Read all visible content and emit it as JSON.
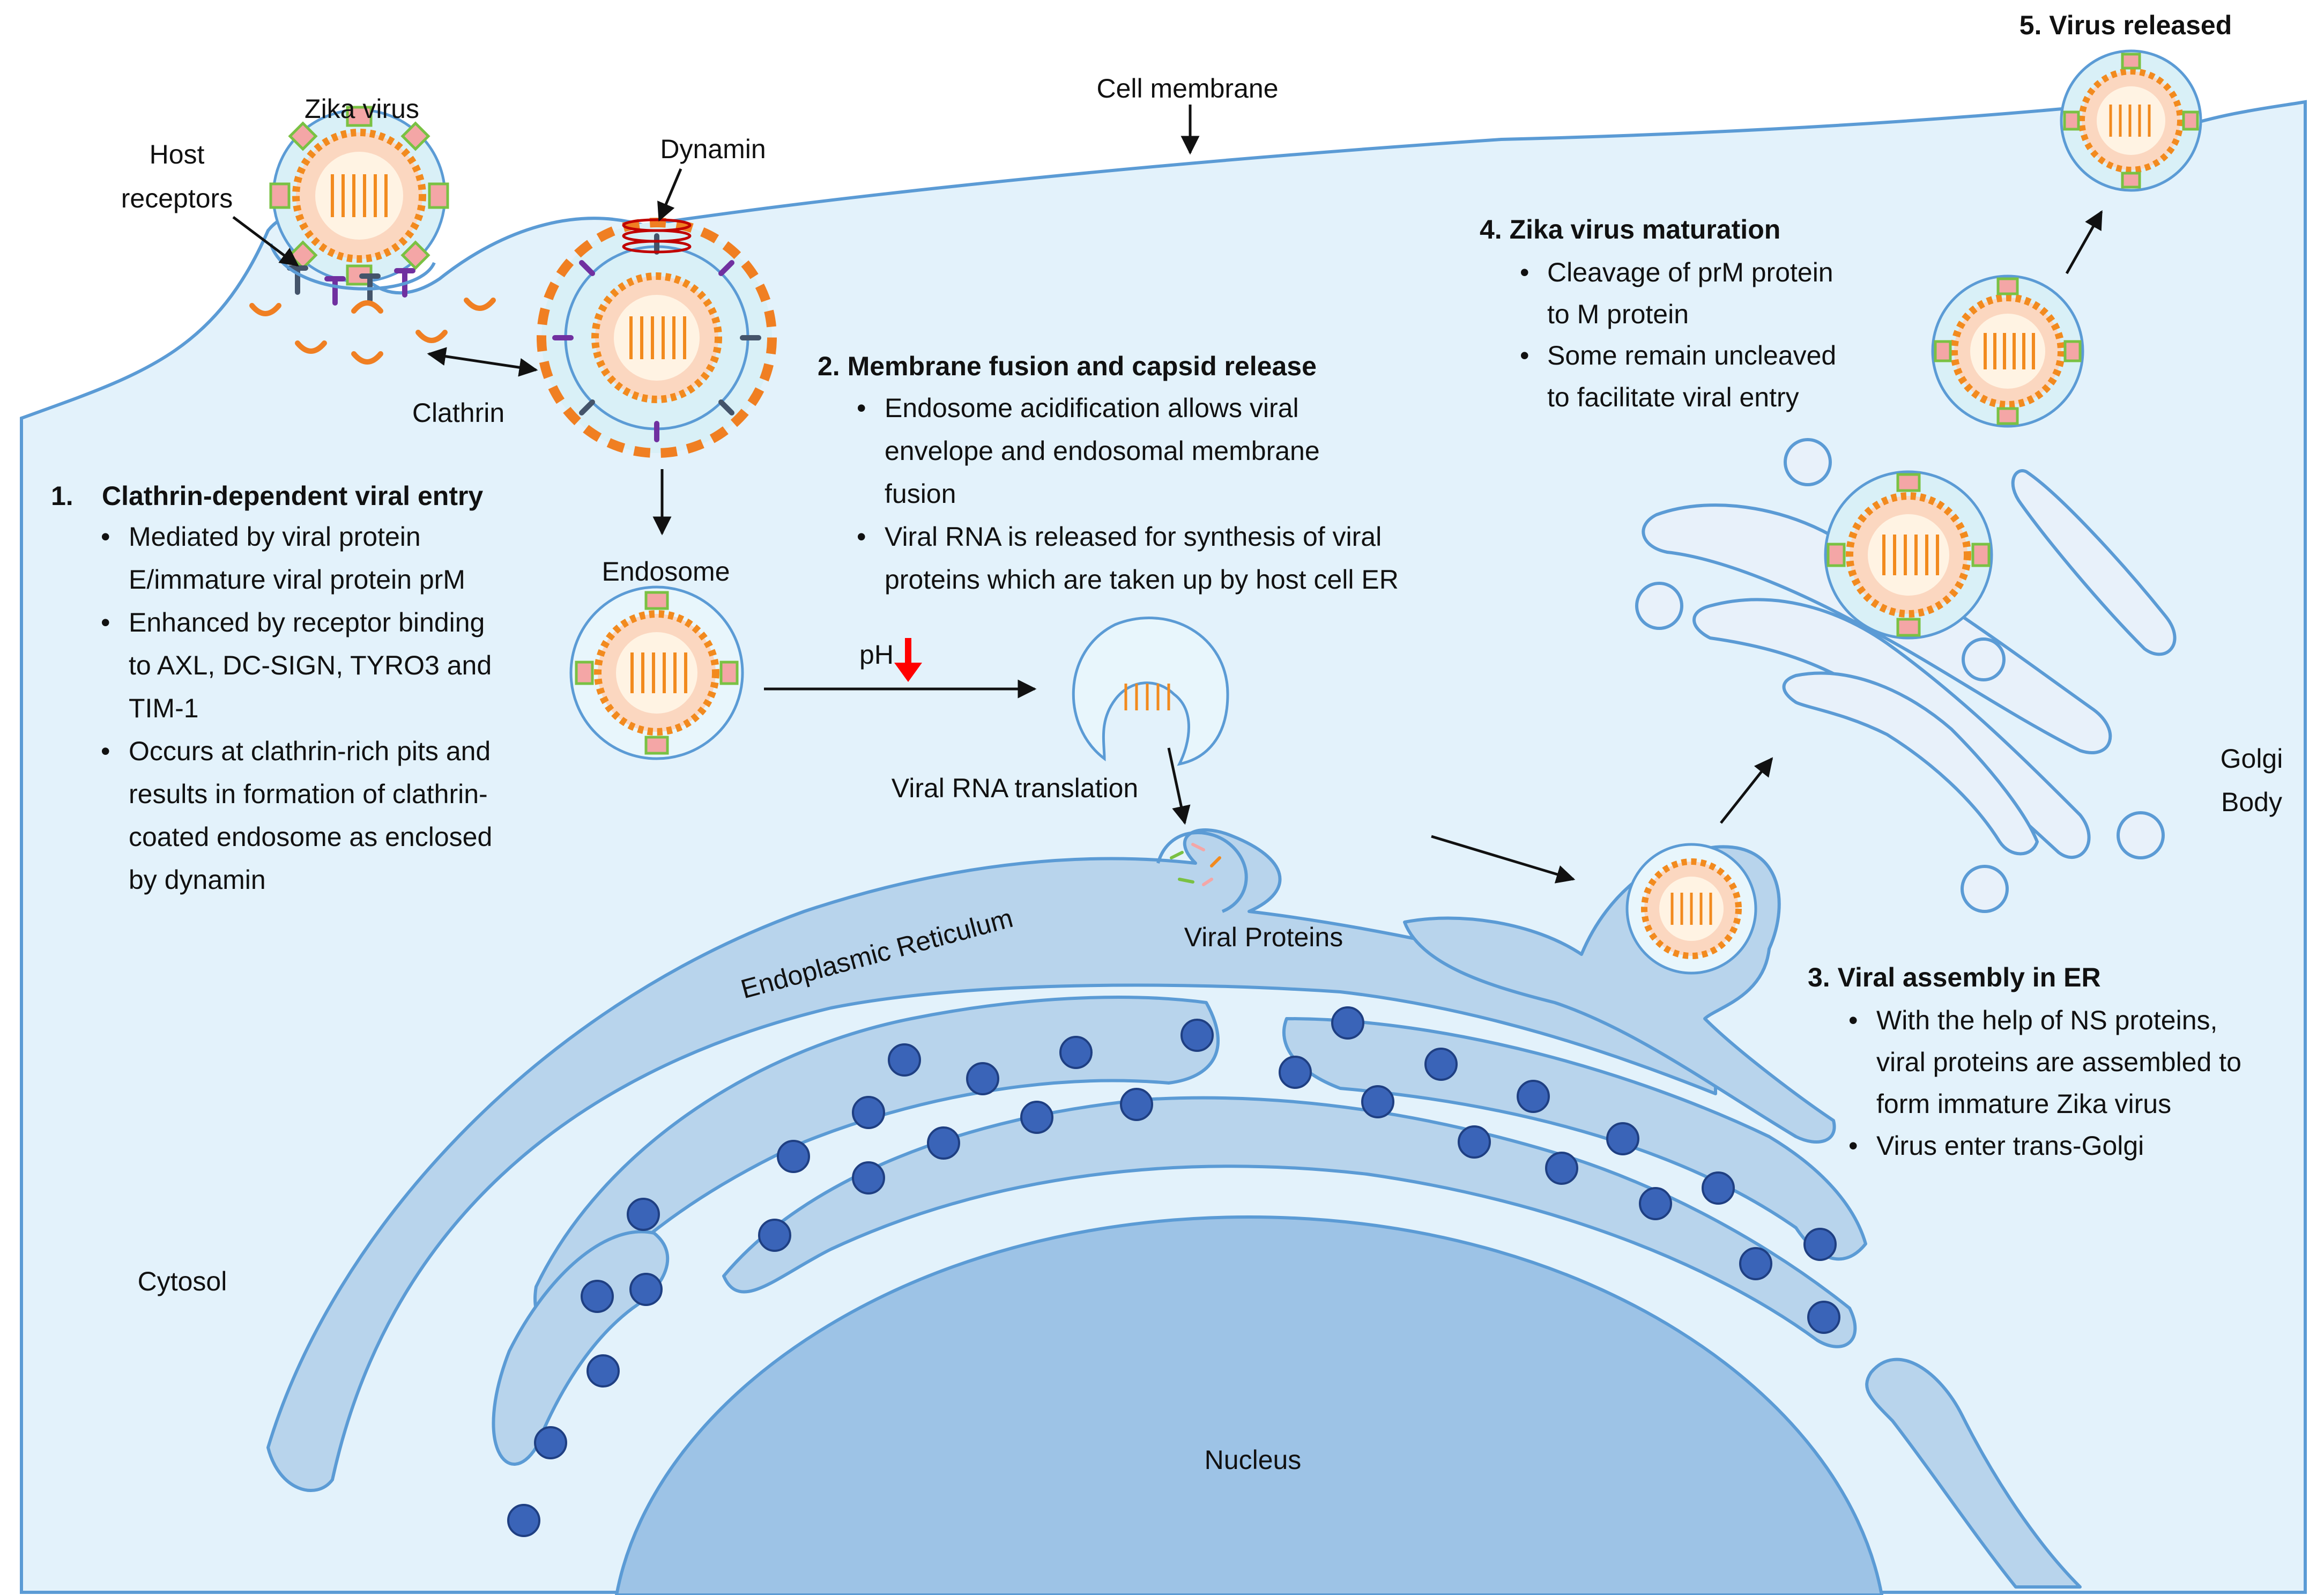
{
  "labels": {
    "zika_virus": "Zika virus",
    "host": "Host",
    "receptors": "receptors",
    "dynamin": "Dynamin",
    "cell_membrane": "Cell membrane",
    "clathrin": "Clathrin",
    "endosome": "Endosome",
    "ph": "pH",
    "viral_rna_translation": "Viral RNA translation",
    "viral_proteins": "Viral Proteins",
    "endoplasmic_reticulum": "Endoplasmic Reticulum",
    "cytosol": "Cytosol",
    "nucleus": "Nucleus",
    "golgi": "Golgi",
    "body": "Body"
  },
  "step1": {
    "number": "1.",
    "title": "Clathrin-dependent viral entry",
    "lines": [
      "Mediated by viral protein",
      "E/immature viral protein prM",
      "Enhanced by receptor binding",
      "to AXL, DC-SIGN, TYRO3 and",
      "TIM-1",
      "Occurs at clathrin-rich pits and",
      "results in formation of clathrin-",
      "coated endosome as enclosed",
      "by dynamin"
    ]
  },
  "step2": {
    "title": "2. Membrane fusion and capsid release",
    "lines": [
      "Endosome acidification allows viral",
      "envelope and endosomal membrane",
      "fusion",
      "Viral RNA is released for synthesis of viral",
      "proteins which are taken up by host cell ER"
    ]
  },
  "step3": {
    "title": "3. Viral assembly in ER",
    "lines": [
      "With the help of NS proteins,",
      "viral proteins are assembled to",
      "form immature Zika virus",
      "Virus enter trans-Golgi"
    ]
  },
  "step4": {
    "title": "4. Zika virus maturation",
    "lines": [
      "Cleavage of prM protein",
      "to M protein",
      "Some remain uncleaved",
      "to facilitate viral entry"
    ]
  },
  "step5": {
    "title": "5. Virus released"
  },
  "colors": {
    "cytosol": "#e3f2fb",
    "membrane": "#5b9bd5",
    "er_fill": "#b8d4ec",
    "nucleus": "#9dc3e6",
    "ribosome": "#3a64b8",
    "capsid_orange": "#f28a1e",
    "clathrin": "#f07f22",
    "envelope_pink": "#f4a6a6",
    "protein_green": "#7ac143",
    "arrow_red": "#ff0000"
  }
}
